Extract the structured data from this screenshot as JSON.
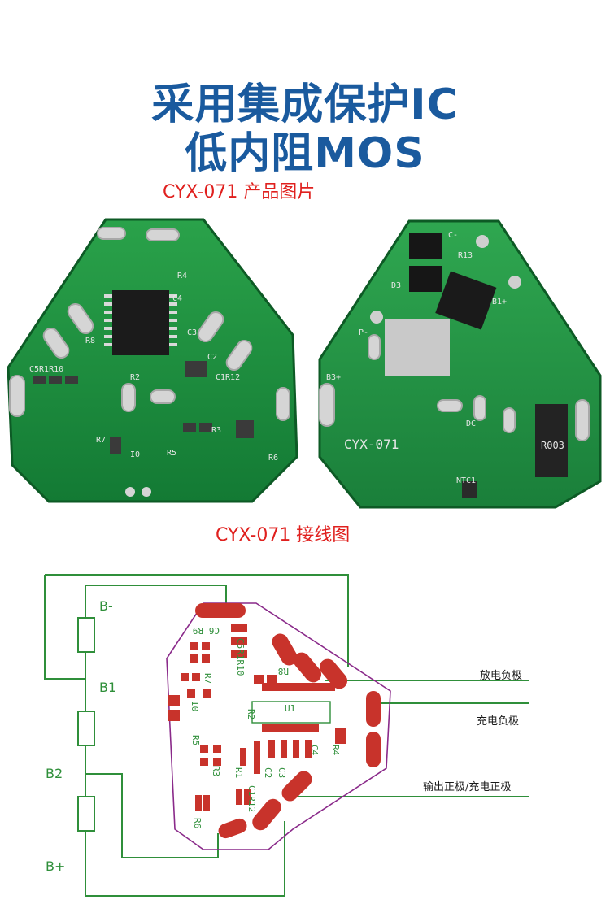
{
  "header": {
    "line1": "采用集成保护IC",
    "line2": "低内阻MOS"
  },
  "captions": {
    "product": "CYX-071  产品图片",
    "wiring": "CYX-071 接线图"
  },
  "board_front_labels": [
    "R4",
    "C4",
    "C3",
    "C2",
    "C1R12",
    "R8",
    "R2",
    "R3",
    "R5",
    "R6",
    "R7",
    "C5R1R10",
    "I0"
  ],
  "board_back_labels": [
    "C-",
    "R13",
    "D3",
    "B1+",
    "P-",
    "B3+",
    "DC",
    "CYX-071",
    "NTC1",
    "R003"
  ],
  "schematic": {
    "nodes": {
      "b_minus": "B-",
      "b1": "B1",
      "b2": "B2",
      "b_plus": "B+"
    },
    "connections": {
      "discharge_negative": "放电负极",
      "charge_negative": "充电负极",
      "output_positive": "输出正极/充电正极"
    },
    "pcb_labels": [
      "R9",
      "C6",
      "C5R1R10",
      "R8",
      "R7",
      "U1",
      "R2",
      "C4",
      "R4",
      "R5",
      "R3",
      "R1",
      "C2",
      "C3",
      "C1R12",
      "R6",
      "I0"
    ]
  },
  "colors": {
    "title_blue": "#1a5a9e",
    "caption_red": "#e0201e",
    "pcb_green": "#1f8a3c",
    "schematic_green": "#2f8f3a",
    "pad_red": "#c8332b",
    "outline_purple": "#8a2a8a"
  }
}
